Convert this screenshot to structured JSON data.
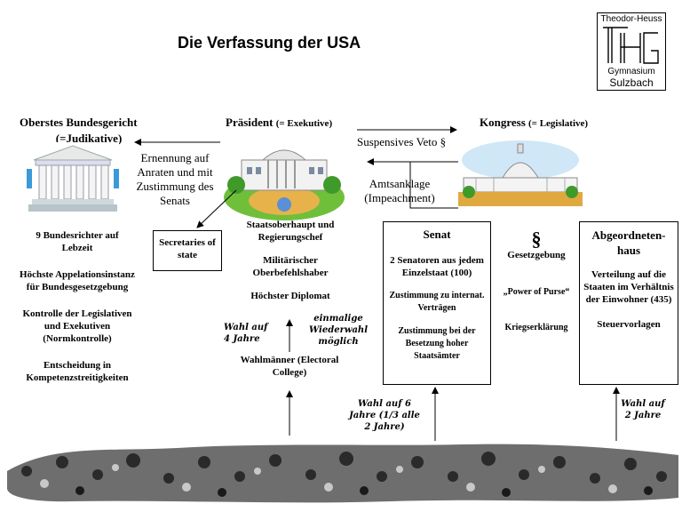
{
  "title": "Die Verfassung der USA",
  "logo": {
    "top": "Theodor-Heuss",
    "line1": "Gymnasium",
    "line2": "Sulzbach"
  },
  "judikative": {
    "header_main": "Oberstes Bundesgericht",
    "header_sub": "(=Judikative)",
    "items": [
      "9 Bundesrichter auf Lebzeit",
      "Höchste Appelationsinstanz für Bundesgesetzgebung",
      "Kontrolle der Legislativen und Exekutiven (Normkontrolle)",
      "Entscheidung in Kompetenzstreitigkeiten"
    ]
  },
  "exekutive": {
    "header_main": "Präsident",
    "header_sub": "(= Exekutive)",
    "items": [
      "Staatsoberhaupt und Regierungschef",
      "Militärischer Oberbefehlshaber",
      "Höchster Diplomat"
    ],
    "electors": "Wahlmänner (Electoral College)"
  },
  "legislative": {
    "header_main": "Kongress",
    "header_sub": "(= Legislative)"
  },
  "arrows": {
    "appointment": "Ernennung auf Anraten und mit Zustimmung des Senats",
    "veto": "Suspensives Veto §",
    "impeachment": "Amtsanklage (Impeachment)"
  },
  "secretaries": "Secretaries of state",
  "senat": {
    "title": "Senat",
    "items": [
      "2 Senatoren aus jedem Einzelstaat (100)",
      "Zustimmung zu internat. Verträgen",
      "Zustimmung bei der Besetzung hoher Staatsämter"
    ]
  },
  "middle": {
    "symbol": "§",
    "items": [
      "Gesetzgebung",
      "„Power of Purse“",
      "Kriegserklärung"
    ]
  },
  "haus": {
    "title": "Abgeordneten-haus",
    "items": [
      "Verteilung auf die Staaten im Verhältnis der Einwohner (435)",
      "Steuervorlagen"
    ]
  },
  "notes": {
    "wahl4": "Wahl auf 4 Jahre",
    "wiederwahl": "einmalige Wiederwahl möglich",
    "wahl6": "Wahl auf 6 Jahre (1/3 alle 2 Jahre)",
    "wahl2": "Wahl auf 2 Jahre"
  }
}
